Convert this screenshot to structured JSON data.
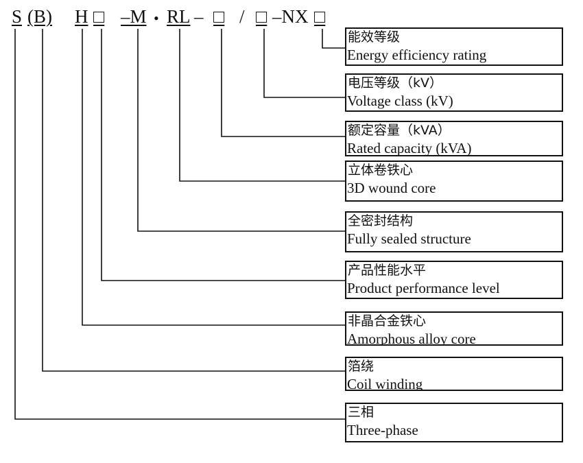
{
  "model_code": {
    "S": "S",
    "B": "(B)",
    "H": "H",
    "box1": "□",
    "M": "–M",
    "dot": "•",
    "RL": "RL",
    "dash1": "–",
    "box2": "□",
    "slash": "/",
    "box3": "□",
    "NX": "–NX",
    "box4": "□"
  },
  "legend": [
    {
      "zh": "能效等级",
      "en": "Energy efficiency rating"
    },
    {
      "zh": "电压等级（kV）",
      "en": "Voltage class (kV)"
    },
    {
      "zh": "额定容量（kVA）",
      "en": "Rated capacity (kVA)"
    },
    {
      "zh": "立体卷铁心",
      "en": "3D wound core"
    },
    {
      "zh": "全密封结构",
      "en": "Fully sealed structure"
    },
    {
      "zh": "产品性能水平",
      "en": "Product performance level"
    },
    {
      "zh": "非晶合金铁心",
      "en": "Amorphous alloy core"
    },
    {
      "zh": "箔绕",
      "en": "Coil winding"
    },
    {
      "zh": "三相",
      "en": "Three-phase"
    }
  ]
}
